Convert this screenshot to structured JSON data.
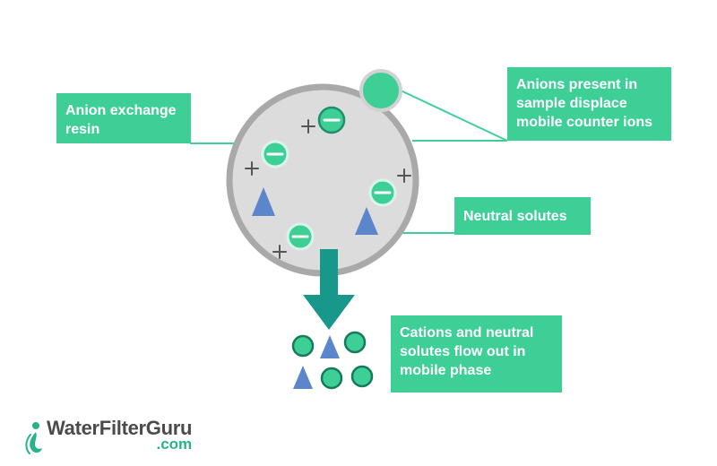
{
  "labels": {
    "resin": "Anion exchange resin",
    "anions": "Anions present in sample displace mobile counter ions",
    "neutral": "Neutral solutes",
    "cations": "Cations and neutral solutes flow out in mobile phase"
  },
  "logo": {
    "brand": "WaterFilterGuru",
    "domain": ".com"
  },
  "colors": {
    "label_bg": "#3ecf97",
    "resin_fill": "#dcdcdc",
    "resin_border": "#a9a9a9",
    "ion_fill": "#3ecf97",
    "ion_ring": "#1d8f6b",
    "neutral_triangle": "#5b86cc",
    "arrow": "#18988a"
  },
  "icons": {
    "negative_ion": "minus-circle-icon",
    "positive_ion": "plus-icon",
    "neutral_solute": "triangle-icon",
    "logo": "water-drop-person-icon"
  }
}
